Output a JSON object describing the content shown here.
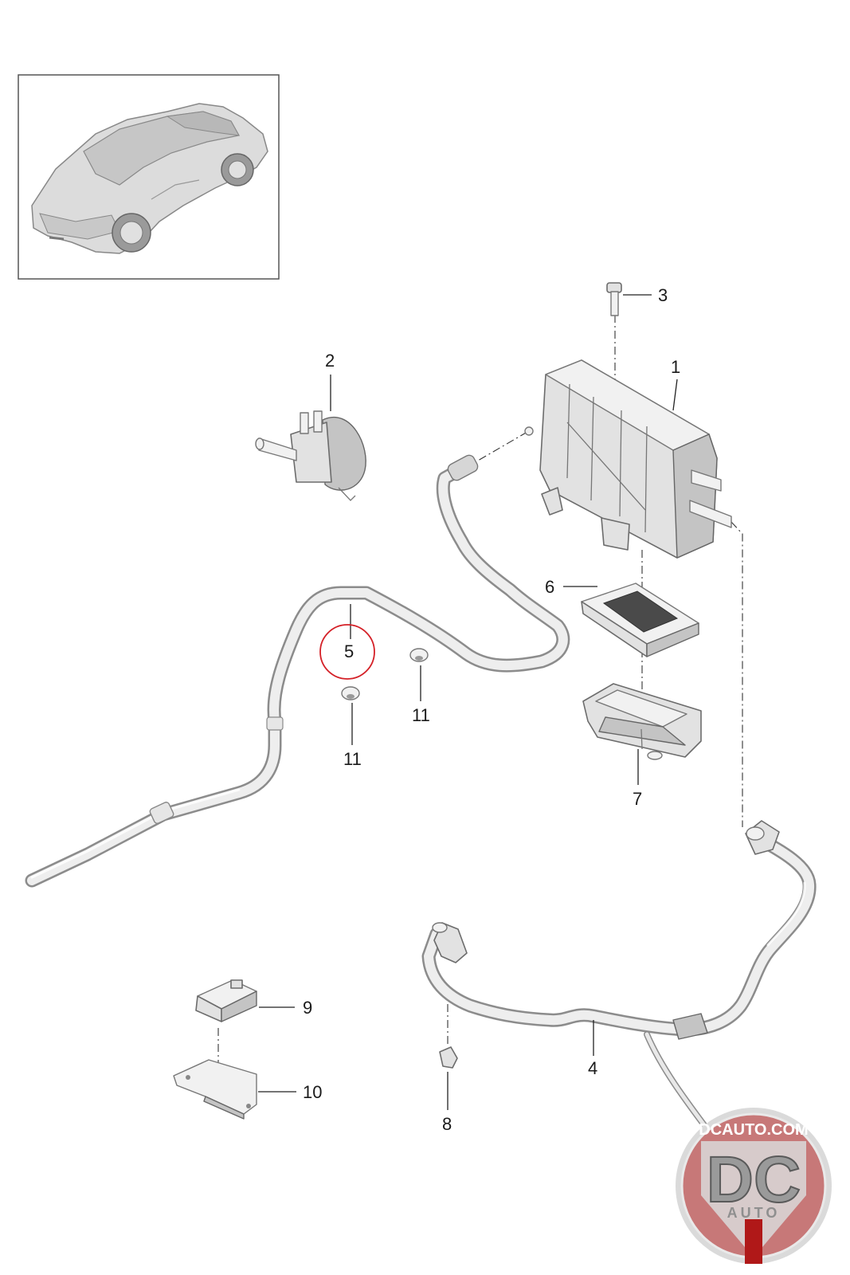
{
  "diagram": {
    "callouts": [
      {
        "id": "1",
        "label": "1"
      },
      {
        "id": "2",
        "label": "2"
      },
      {
        "id": "3",
        "label": "3"
      },
      {
        "id": "4",
        "label": "4"
      },
      {
        "id": "5",
        "label": "5",
        "highlighted": true,
        "highlight_color": "#d42027"
      },
      {
        "id": "6",
        "label": "6"
      },
      {
        "id": "7",
        "label": "7"
      },
      {
        "id": "8",
        "label": "8"
      },
      {
        "id": "9",
        "label": "9"
      },
      {
        "id": "10",
        "label": "10"
      },
      {
        "id": "11a",
        "label": "11"
      },
      {
        "id": "11b",
        "label": "11"
      }
    ]
  },
  "logo": {
    "domain_text": "DCAUTO.COM",
    "mark": "DC",
    "subtext": "AUTO",
    "colors": {
      "ring": "#d8d8d8",
      "field": "#c77878",
      "mark": "#9a9a9a",
      "accent": "#b01818"
    }
  },
  "thumbnail": {
    "icon": "car-icon"
  }
}
